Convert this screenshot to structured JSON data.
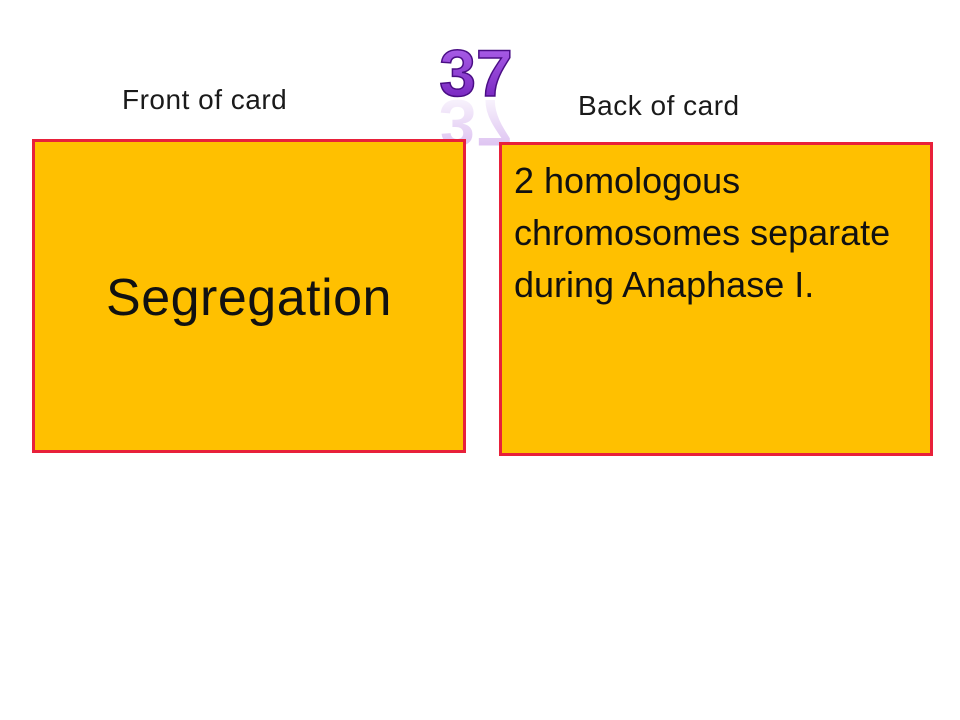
{
  "slide": {
    "number": "37",
    "number_color": "#8B2FD0",
    "front_label": "Front of card",
    "back_label": "Back of card"
  },
  "cards": {
    "fill_color": "#FFC000",
    "border_color": "#E8203A",
    "front": {
      "term": "Segregation"
    },
    "back": {
      "definition": "2 homologous chromosomes separate during Anaphase I."
    }
  }
}
